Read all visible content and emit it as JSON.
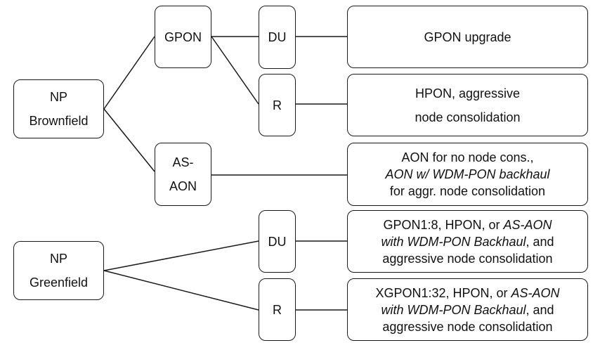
{
  "nodes": {
    "np_brownfield": {
      "lines": [
        "NP",
        "Brownfield"
      ]
    },
    "gpon": {
      "lines": [
        "GPON"
      ]
    },
    "du_top": {
      "lines": [
        "DU"
      ]
    },
    "r_top": {
      "lines": [
        "R"
      ]
    },
    "as_aon": {
      "lines": [
        "AS-",
        "AON"
      ]
    },
    "np_greenfield": {
      "lines": [
        "NP",
        "Greenfield"
      ]
    },
    "du_bottom": {
      "lines": [
        "DU"
      ]
    },
    "r_bottom": {
      "lines": [
        "R"
      ]
    }
  },
  "outcomes": {
    "gpon_upgrade": {
      "lines": [
        "GPON upgrade"
      ]
    },
    "hpon": {
      "lines": [
        "HPON, aggressive",
        "node consolidation"
      ]
    },
    "aon": {
      "line1": "AON for no node cons.,",
      "line2": "AON w/ WDM-PON backhaul",
      "line3": "for aggr. node consolidation"
    },
    "green_du": {
      "line1_plain": "GPON1:8, HPON, or ",
      "line1_italic": "AS-AON",
      "line2_italic": "with WDM-PON Backhaul",
      "line2_plain": ", and",
      "line3": "aggressive node consolidation"
    },
    "green_r": {
      "line1_plain": "XGPON1:32, HPON, or ",
      "line1_italic": "AS-AON",
      "line2_italic": "with WDM-PON Backhaul",
      "line2_plain": ", and",
      "line3": "aggressive node consolidation"
    }
  }
}
